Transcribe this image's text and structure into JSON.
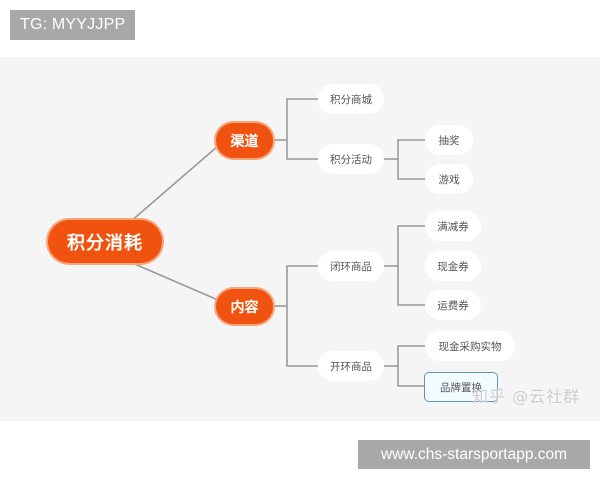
{
  "overlay": {
    "top_tag": "TG: MYYJJPP",
    "bottom_tag": "www.chs-starsportapp.com",
    "watermark": "知乎 @云社群"
  },
  "colors": {
    "node_fill": "#f0520f",
    "node_glow": "#f7a57c",
    "connector": "#9a9a9a",
    "canvas_bg": "#f5f5f5",
    "selected_border": "#5f93b3",
    "tag_bg": "#a8a8a8"
  },
  "mindmap": {
    "root": {
      "label": "积分消耗"
    },
    "branches": [
      {
        "label": "渠道",
        "children": [
          {
            "label": "积分商城",
            "children": []
          },
          {
            "label": "积分活动",
            "children": [
              {
                "label": "抽奖"
              },
              {
                "label": "游戏"
              }
            ]
          }
        ]
      },
      {
        "label": "内容",
        "children": [
          {
            "label": "闭环商品",
            "children": [
              {
                "label": "满减券"
              },
              {
                "label": "现金券"
              },
              {
                "label": "运费券"
              }
            ]
          },
          {
            "label": "开环商品",
            "children": [
              {
                "label": "现金采购实物"
              },
              {
                "label": "品牌置换",
                "selected": true
              }
            ]
          }
        ]
      }
    ]
  }
}
